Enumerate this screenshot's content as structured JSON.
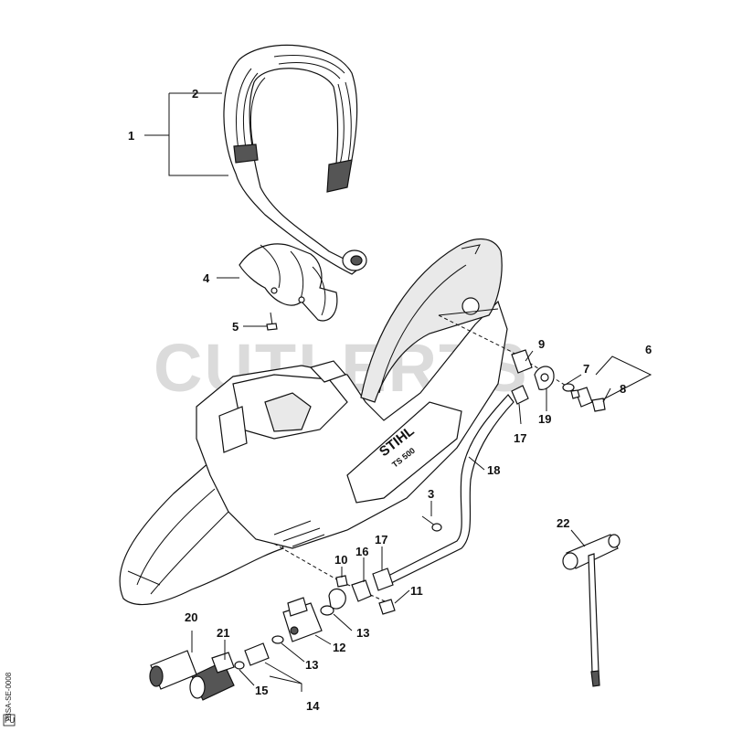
{
  "watermark": "CUTLERTS",
  "side_code": "7BSA-SE-0008",
  "side_badge": "PU",
  "housing_brand": "STIHL",
  "housing_model": "TS 500",
  "callouts": [
    {
      "id": "1",
      "label": "1"
    },
    {
      "id": "2",
      "label": "2"
    },
    {
      "id": "3",
      "label": "3"
    },
    {
      "id": "4",
      "label": "4"
    },
    {
      "id": "5",
      "label": "5"
    },
    {
      "id": "6",
      "label": "6"
    },
    {
      "id": "7",
      "label": "7"
    },
    {
      "id": "8",
      "label": "8"
    },
    {
      "id": "9",
      "label": "9"
    },
    {
      "id": "10",
      "label": "10"
    },
    {
      "id": "11",
      "label": "11"
    },
    {
      "id": "12",
      "label": "12"
    },
    {
      "id": "13a",
      "label": "13"
    },
    {
      "id": "13b",
      "label": "13"
    },
    {
      "id": "14",
      "label": "14"
    },
    {
      "id": "15",
      "label": "15"
    },
    {
      "id": "16",
      "label": "16"
    },
    {
      "id": "17a",
      "label": "17"
    },
    {
      "id": "17b",
      "label": "17"
    },
    {
      "id": "18",
      "label": "18"
    },
    {
      "id": "19",
      "label": "19"
    },
    {
      "id": "20",
      "label": "20"
    },
    {
      "id": "21",
      "label": "21"
    },
    {
      "id": "22",
      "label": "22"
    }
  ]
}
